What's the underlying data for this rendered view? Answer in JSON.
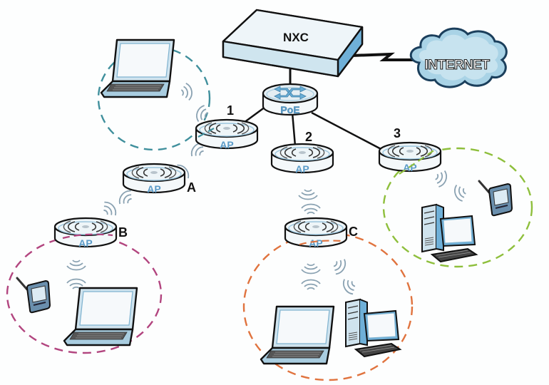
{
  "diagram": {
    "title": "Wireless network with NXC controller, PoE switch and access points",
    "colors": {
      "device_face": "#e8f2f7",
      "device_side": "#cfe5ef",
      "device_edge": "#6aaed6",
      "ap_label": "#5b9bc8",
      "outline": "#111111",
      "wave": "#8aa2b2",
      "cloud_fill": "#a9d3e6",
      "cloud_edge": "#3b6f94",
      "cell_teal": "#3f8f9c",
      "cell_magenta": "#b2457f",
      "cell_orange": "#e0733e",
      "cell_green": "#8ebf3c"
    },
    "controller": {
      "label": "NXC"
    },
    "internet": {
      "label": "INTERNET"
    },
    "switch": {
      "label": "PoE"
    },
    "access_points": [
      {
        "id": "ap-1",
        "tag": "1",
        "label": "AP",
        "link": "wired"
      },
      {
        "id": "ap-2",
        "tag": "2",
        "label": "AP",
        "link": "wired"
      },
      {
        "id": "ap-3",
        "tag": "3",
        "label": "AP",
        "link": "wired"
      },
      {
        "id": "ap-a",
        "tag": "A",
        "label": "AP",
        "link": "wireless"
      },
      {
        "id": "ap-b",
        "tag": "B",
        "label": "AP",
        "link": "wireless"
      },
      {
        "id": "ap-c",
        "tag": "C",
        "label": "AP",
        "link": "wireless"
      }
    ],
    "cells": [
      {
        "id": "cell-1",
        "ap": "1",
        "color": "teal",
        "clients": [
          "laptop"
        ]
      },
      {
        "id": "cell-b",
        "ap": "B",
        "color": "magenta",
        "clients": [
          "pda",
          "laptop"
        ]
      },
      {
        "id": "cell-c",
        "ap": "C",
        "color": "orange",
        "clients": [
          "laptop",
          "desktop"
        ]
      },
      {
        "id": "cell-3",
        "ap": "3",
        "color": "green",
        "clients": [
          "pda",
          "desktop"
        ]
      }
    ]
  }
}
